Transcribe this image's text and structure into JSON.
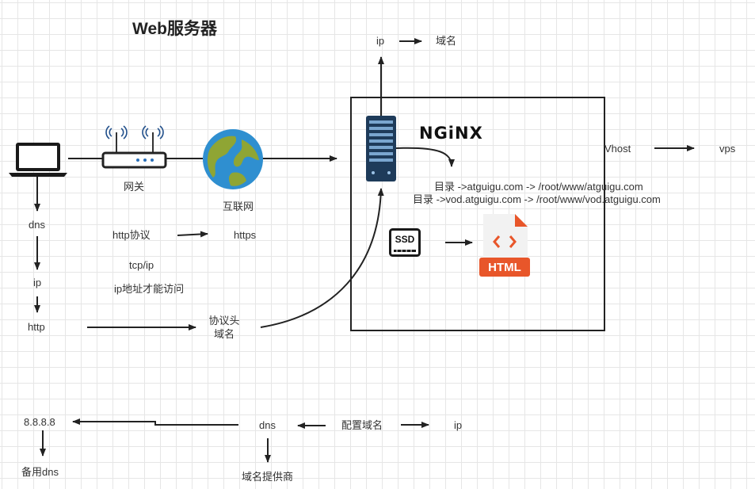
{
  "title": "Web服务器",
  "labels": {
    "gateway": "网关",
    "internet": "互联网",
    "dns": "dns",
    "ip": "ip",
    "http": "http",
    "http_protocol": "http协议",
    "https": "https",
    "tcp_ip": "tcp/ip",
    "ip_access": "ip地址才能访问",
    "protocol_header": "协议头",
    "domain": "域名",
    "top_ip": "ip",
    "top_domain": "域名",
    "nginx": "NGiNX",
    "vhost": "Vhost",
    "vps": "vps",
    "dir1": "目录 ->atguigu.com -> /root/www/atguigu.com",
    "dir2": "目录 ->vod.atguigu.com -> /root/www/vod.atguigu.com",
    "html_badge": "HTML",
    "ssd": "SSD",
    "dns_server": "8.8.8.8",
    "backup_dns": "备用dns",
    "bottom_dns": "dns",
    "config_domain": "配置域名",
    "bottom_ip": "ip",
    "domain_provider": "域名提供商"
  },
  "colors": {
    "arrow": "#222222",
    "earth_ocean": "#2f8fd0",
    "earth_land": "#8fa534",
    "html_orange": "#e8562a",
    "server_blue": "#1e3b5a"
  },
  "icons": [
    "laptop-icon",
    "router-icon",
    "globe-icon",
    "server-icon",
    "ssd-icon",
    "html-file-icon"
  ]
}
